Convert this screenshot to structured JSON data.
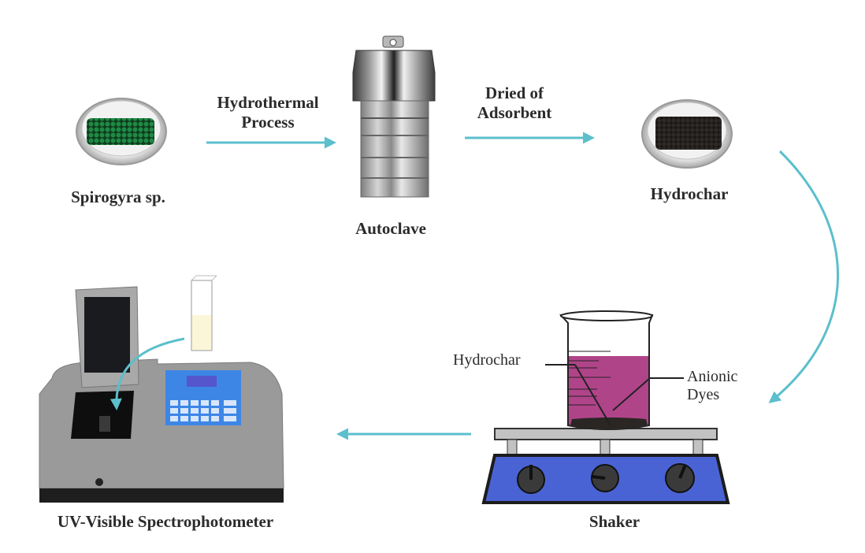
{
  "diagram": {
    "title": "Hydrochar adsorption workflow",
    "nodes": {
      "spirogyra": {
        "label": "Spirogyra sp."
      },
      "autoclave": {
        "label": "Autoclave"
      },
      "hydrochar": {
        "label": "Hydrochar"
      },
      "shaker": {
        "label": "Shaker",
        "callouts": {
          "hydrochar": "Hydrochar",
          "anionic_line1": "Anionic",
          "anionic_line2": "Dyes"
        }
      },
      "spectrophotometer": {
        "label": "UV-Visible Spectrophotometer"
      }
    },
    "edges": {
      "step1": {
        "line1": "Hydrothermal",
        "line2": "Process"
      },
      "step2": {
        "line1": "Dried of",
        "line2": "Adsorbent"
      }
    },
    "colors": {
      "arrow": "#5bbfcc",
      "dye": "#b04489",
      "shaker_base": "#4a63d4",
      "algae": "#1f7a3c",
      "char": "#2a2624",
      "keypad": "#3d86e6"
    }
  }
}
